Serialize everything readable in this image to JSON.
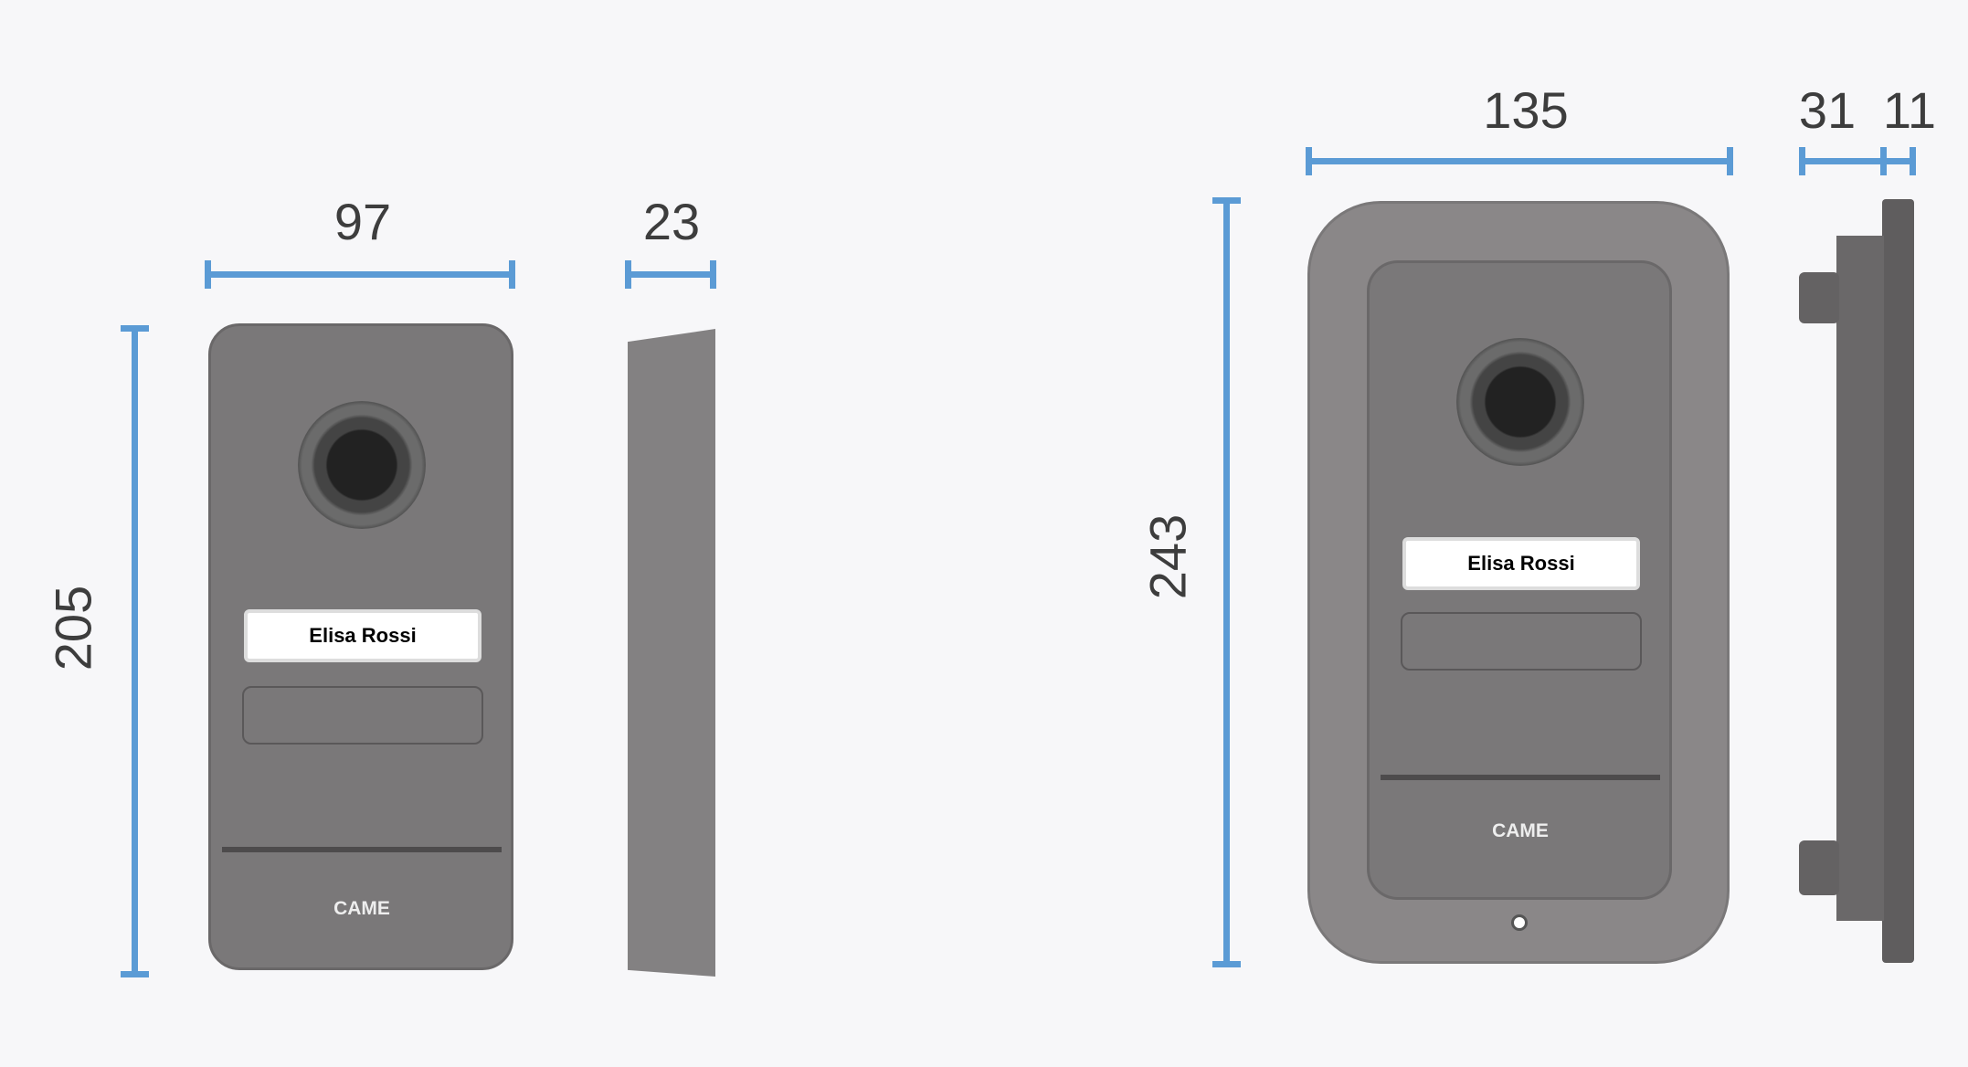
{
  "diagram": {
    "left_unit": {
      "width": "97",
      "depth": "23",
      "height": "205",
      "nameplate": "Elisa Rossi",
      "brand": "CAME"
    },
    "right_unit": {
      "width": "135",
      "depth_total": "31",
      "depth_frame": "11",
      "height": "243",
      "nameplate": "Elisa Rossi",
      "brand": "CAME"
    },
    "colors": {
      "dimension_line": "#5b9bd5",
      "device": "#7a7879",
      "background": "#f7f7f9"
    }
  }
}
